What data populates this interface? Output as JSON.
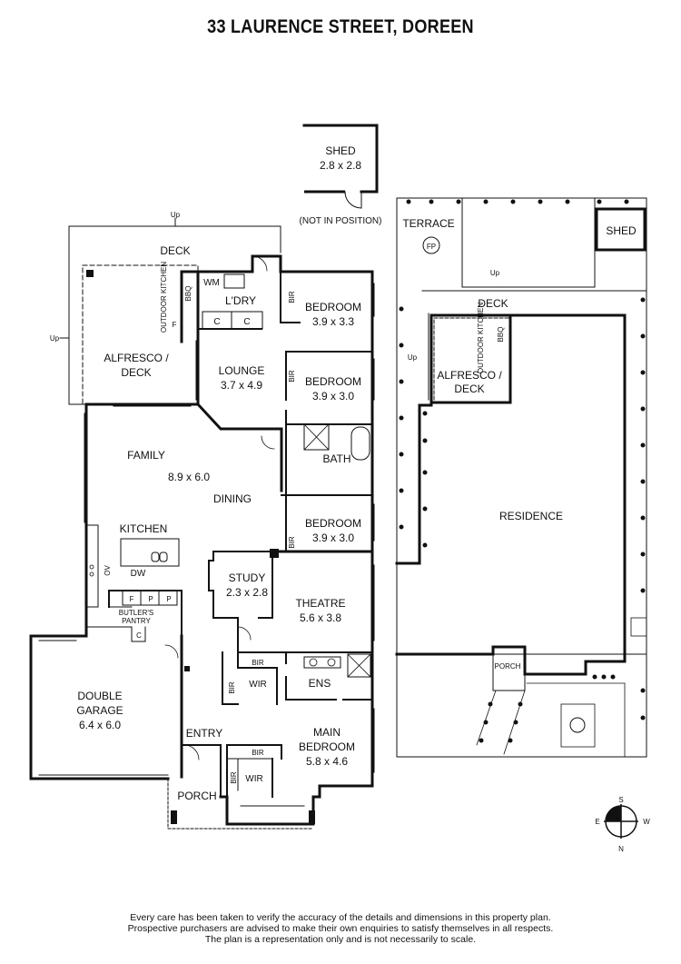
{
  "title": "33 LAURENCE STREET, DOREEN",
  "plan": {
    "rooms": {
      "shed_top": {
        "name": "SHED",
        "dims": "2.8 x 2.8"
      },
      "not_in_position": "(NOT IN POSITION)",
      "deck": "DECK",
      "outdoor_kitchen": "OUTDOOR KITCHEN",
      "bbq": "BBQ",
      "alfresco_1": "ALFRESCO /",
      "alfresco_2": "DECK",
      "wm": "WM",
      "laundry": "L'DRY",
      "c": "C",
      "f": "F",
      "p": "P",
      "up": "Up",
      "bir": "BIR",
      "wir": "WIR",
      "bedroom1": {
        "name": "BEDROOM",
        "dims": "3.9 x 3.3"
      },
      "bedroom2": {
        "name": "BEDROOM",
        "dims": "3.9 x 3.0"
      },
      "bedroom3": {
        "name": "BEDROOM",
        "dims": "3.9 x 3.0"
      },
      "lounge": {
        "name": "LOUNGE",
        "dims": "3.7 x 4.9"
      },
      "family": "FAMILY",
      "family_dims": "8.9 x 6.0",
      "dining": "DINING",
      "bath": "BATH",
      "kitchen": "KITCHEN",
      "ov": "OV",
      "dw": "DW",
      "butlers_1": "BUTLER'S",
      "butlers_2": "PANTRY",
      "study": {
        "name": "STUDY",
        "dims": "2.3 x 2.8"
      },
      "theatre": {
        "name": "THEATRE",
        "dims": "5.6 x 3.8"
      },
      "garage": {
        "name1": "DOUBLE",
        "name2": "GARAGE",
        "dims": "6.4 x 6.0"
      },
      "ens": "ENS",
      "entry": "ENTRY",
      "main_bedroom": {
        "name1": "MAIN",
        "name2": "BEDROOM",
        "dims": "5.8 x 4.6"
      },
      "porch": "PORCH"
    },
    "site": {
      "terrace": "TERRACE",
      "fp": "FP",
      "shed": "SHED",
      "deck": "DECK",
      "up": "Up",
      "outdoor_kitchen": "OUTDOOR KITCHEN",
      "bbq": "BBQ",
      "alfresco_1": "ALFRESCO /",
      "alfresco_2": "DECK",
      "residence": "RESIDENCE",
      "porch": "PORCH"
    },
    "compass": {
      "s": "S",
      "n": "N",
      "e": "E",
      "w": "W"
    }
  },
  "disclaimer": [
    "Every care has been taken to verify the accuracy of the details and dimensions in this property plan.",
    "Prospective purchasers are advised to make their own enquiries to satisfy themselves in all respects.",
    "The plan is a representation only and is not necessarily to scale."
  ]
}
